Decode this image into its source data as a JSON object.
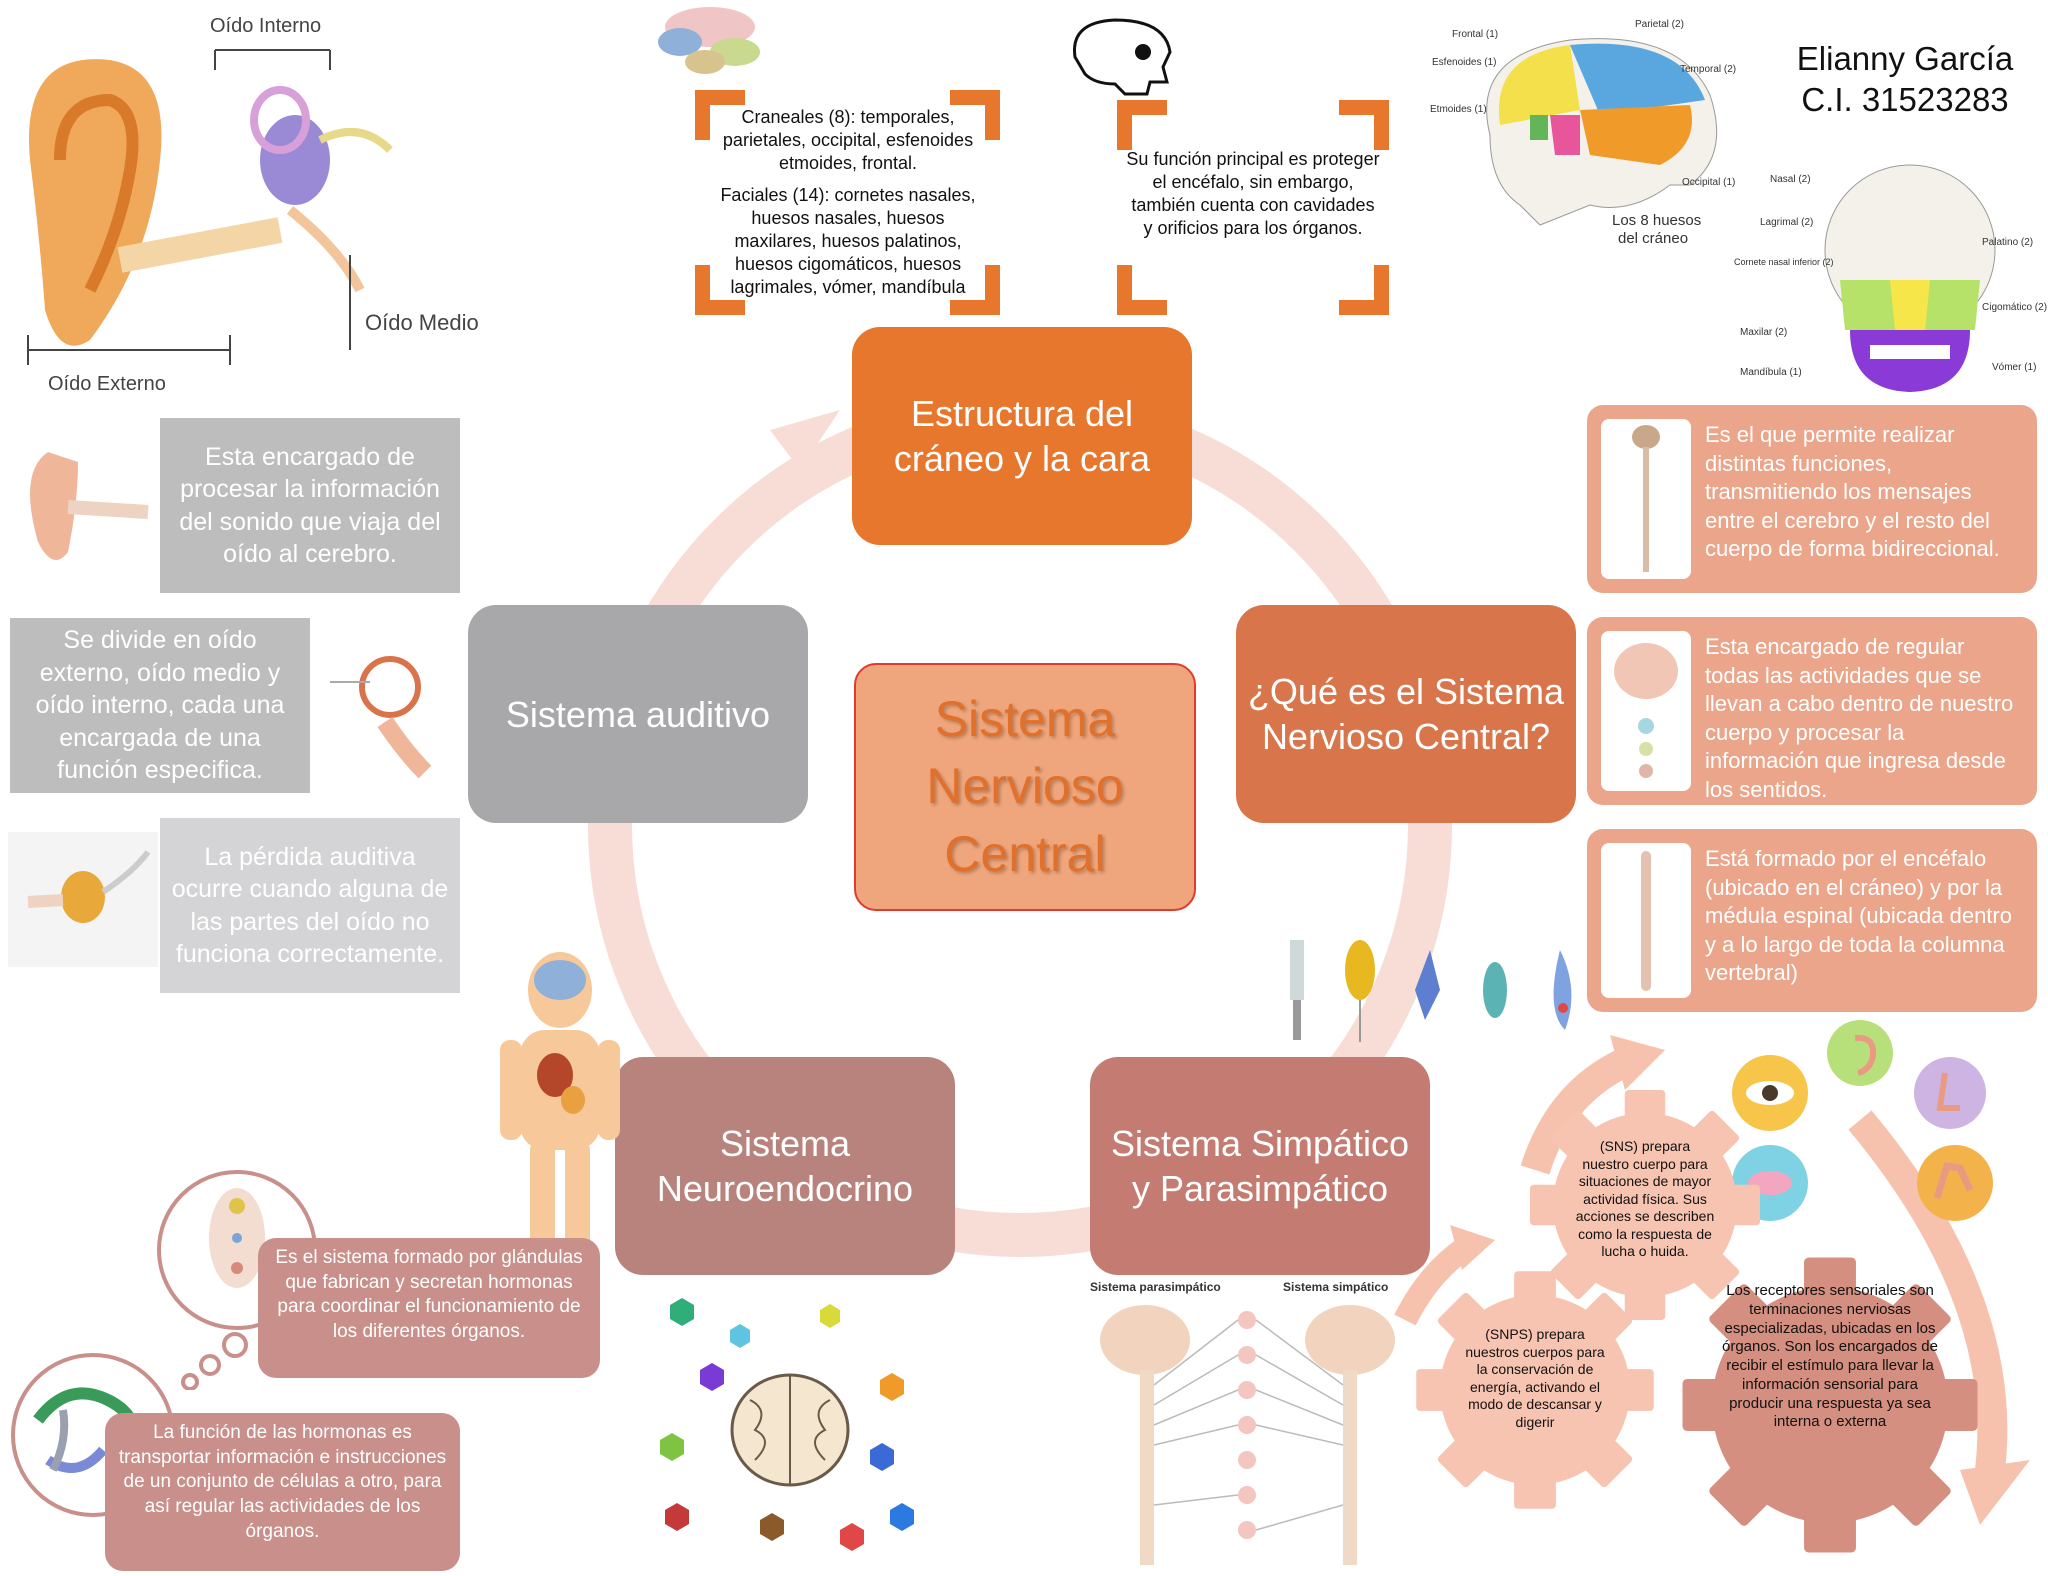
{
  "author": {
    "name": "Elianny García",
    "id": "C.I. 31523283"
  },
  "center": {
    "title": "Sistema Nervioso Central"
  },
  "nodes": {
    "craneo": "Estructura del cráneo y la cara",
    "que_es": "¿Qué es el Sistema Nervioso Central?",
    "simpatico": "Sistema Simpático y Parasimpático",
    "neuroendocrino": "Sistema Neuroendocrino",
    "auditivo": "Sistema auditivo"
  },
  "craneo_boxes": {
    "huesos_craneales": "Craneales (8): temporales, parietales, occipital, esfenoides etmoides, frontal.",
    "huesos_faciales": "Faciales (14): cornetes nasales, huesos nasales, huesos maxilares, huesos palatinos, huesos cigomáticos, huesos lagrimales, vómer, mandíbula",
    "funcion": "Su función principal es proteger el encéfalo, sin embargo, también cuenta con cavidades y orificios para los órganos."
  },
  "que_es_boxes": [
    "Es el que permite realizar distintas funciones, transmitiendo los mensajes entre el cerebro y el resto del cuerpo de forma bidireccional.",
    "Esta encargado de regular todas las actividades que se llevan a cabo dentro de nuestro cuerpo y procesar la información que ingresa desde los sentidos.",
    "Está formado por el encéfalo (ubicado en el cráneo) y por la médula espinal (ubicada dentro y a lo largo de toda la columna vertebral)"
  ],
  "auditivo_boxes": [
    "Esta encargado de procesar la información del sonido que viaja del oído al cerebro.",
    "Se divide en oído externo, oído medio y oído interno, cada una encargada de una función especifica.",
    "La pérdida auditiva ocurre cuando alguna de las partes del oído no funciona correctamente."
  ],
  "neuro_boxes": [
    "Es el sistema formado por glándulas que fabrican y secretan hormonas para coordinar el funcionamiento de los diferentes órganos.",
    "La función de las hormonas es transportar información e instrucciones de un conjunto de células a otro, para así regular las actividades de los órganos."
  ],
  "gears": {
    "sns": "(SNS) prepara nuestro cuerpo para situaciones de mayor actividad física. Sus acciones se describen como la respuesta de lucha o huida.",
    "snps": "(SNPS) prepara nuestros cuerpos para la conservación de energía, activando el modo de descansar y digerir",
    "receptores": "Los receptores sensoriales son terminaciones nerviosas especializadas, ubicadas en los órganos. Son los encargados de recibir el estímulo para llevar la información sensorial para producir una respuesta ya sea interna o externa"
  },
  "ear_labels": {
    "interno": "Oído Interno",
    "medio": "Oído Medio",
    "externo": "Oído Externo"
  },
  "skull_labels": {
    "frontal": "Frontal (1)",
    "esfenoides": "Esfenoides (1)",
    "etmoides": "Etmoides (1)",
    "parietal": "Parietal (2)",
    "temporal": "Temporal (2)",
    "occipital": "Occipital (1)",
    "caption": "Los 8 huesos del cráneo",
    "nasal": "Nasal (2)",
    "lagrimal": "Lagrimal (2)",
    "cornete": "Cornete nasal inferior (2)",
    "maxilar": "Maxilar (2)",
    "mandibula": "Mandíbula (1)",
    "palatino": "Palatino (2)",
    "cigomatico": "Cigomático (2)",
    "vomer": "Vómer (1)"
  },
  "ans_labels": {
    "para": "Sistema parasimpático",
    "simp": "Sistema simpático"
  },
  "colors": {
    "orange": "#e8772e",
    "orange_dark": "#d9754a",
    "center_fill": "#f0a67c",
    "center_text": "#e0702a",
    "grey": "#a8a8ab",
    "mauve": "#b9837d",
    "rose": "#c47c72",
    "ring": "#f6d8cf"
  }
}
